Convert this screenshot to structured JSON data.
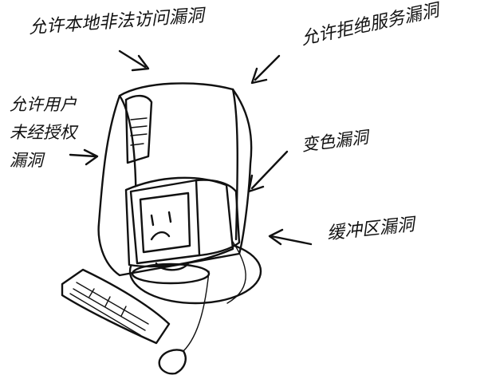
{
  "labels": {
    "local_access": "允许本地非法访问漏洞",
    "refuse_service": "允许拒绝服务漏洞",
    "privilege_line1": "允许用户",
    "privilege_line2": "未经授权",
    "privilege_line3": "漏洞",
    "change": "变色漏洞",
    "buffer": "缓冲区漏洞"
  },
  "icons": {
    "computer": "computer-tower-icon",
    "monitor": "sad-monitor-icon",
    "keyboard": "keyboard-icon",
    "mouse": "mouse-icon",
    "arrows": "arrow-icon"
  },
  "colors": {
    "ink": "#111111",
    "paper": "#ffffff"
  }
}
